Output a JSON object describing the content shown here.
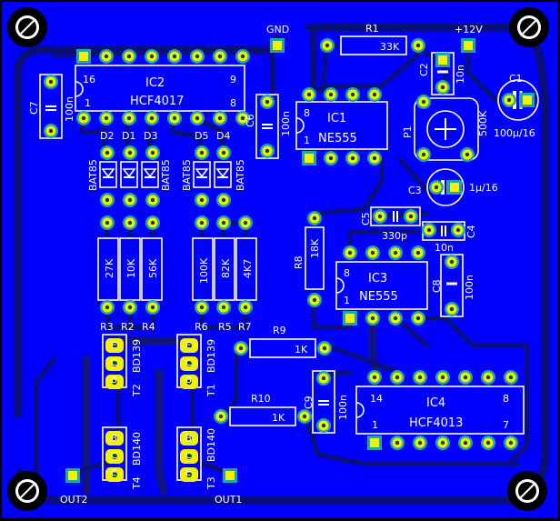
{
  "board": {
    "background": "#0000ff",
    "trace_color": "#0b0f7a",
    "silk_color": "#ffffff",
    "pad_color": "#f2f200",
    "ring_color": "#1aa7a7"
  },
  "connectors": {
    "gnd": "GND",
    "v12": "+12V",
    "out1": "OUT1",
    "out2": "OUT2"
  },
  "ics": {
    "ic1": {
      "ref": "IC1",
      "part": "NE555",
      "pin1": "1",
      "pin8": "8"
    },
    "ic2": {
      "ref": "IC2",
      "part": "HCF4017",
      "pin16": "16",
      "pin9": "9",
      "pin8": "8",
      "pin1": "1"
    },
    "ic3": {
      "ref": "IC3",
      "part": "NE555",
      "pin8": "8",
      "pin1": "1"
    },
    "ic4": {
      "ref": "IC4",
      "part": "HCF4013",
      "pin14": "14",
      "pin8": "8",
      "pin1": "1",
      "pin7": "7"
    }
  },
  "resistors": {
    "r1": {
      "ref": "R1",
      "value": "33K"
    },
    "r2": {
      "ref": "R2",
      "value": "10K"
    },
    "r3": {
      "ref": "R3",
      "value": "27K"
    },
    "r4": {
      "ref": "R4",
      "value": "56K"
    },
    "r5": {
      "ref": "R5",
      "value": "82K"
    },
    "r6": {
      "ref": "R6",
      "value": "100K"
    },
    "r7": {
      "ref": "R7",
      "value": "4K7"
    },
    "r8": {
      "ref": "R8",
      "value": "18K"
    },
    "r9": {
      "ref": "R9",
      "value": "1K"
    },
    "r10": {
      "ref": "R10",
      "value": "1K"
    }
  },
  "capacitors": {
    "c1": {
      "ref": "C1",
      "value": "100µ/16"
    },
    "c2": {
      "ref": "C2",
      "value": "10n"
    },
    "c3": {
      "ref": "C3",
      "value": "1µ/16"
    },
    "c4": {
      "ref": "C4",
      "value": "10n"
    },
    "c5": {
      "ref": "C5",
      "value": "330p"
    },
    "c6": {
      "ref": "C6",
      "value": "100n"
    },
    "c7": {
      "ref": "C7",
      "value": "100n"
    },
    "c8": {
      "ref": "C8",
      "value": "100n"
    },
    "c9": {
      "ref": "C9",
      "value": "100n"
    }
  },
  "diodes": {
    "d1": {
      "ref": "D1",
      "part": "BAT85"
    },
    "d2": {
      "ref": "D2",
      "part": "BAT85"
    },
    "d3": {
      "ref": "D3",
      "part": "BAT85"
    },
    "d4": {
      "ref": "D4",
      "part": "BAT85"
    },
    "d5": {
      "ref": "D5",
      "part": "BAT85"
    }
  },
  "transistors": {
    "t1": {
      "ref": "T1",
      "part": "BD139"
    },
    "t2": {
      "ref": "T2",
      "part": "BD139"
    },
    "t3": {
      "ref": "T3",
      "part": "BD140"
    },
    "t4": {
      "ref": "T4",
      "part": "BD140"
    },
    "pins": {
      "e": "E",
      "c": "C",
      "b": "B"
    }
  },
  "trimmer": {
    "ref": "P1",
    "value": "500K"
  }
}
